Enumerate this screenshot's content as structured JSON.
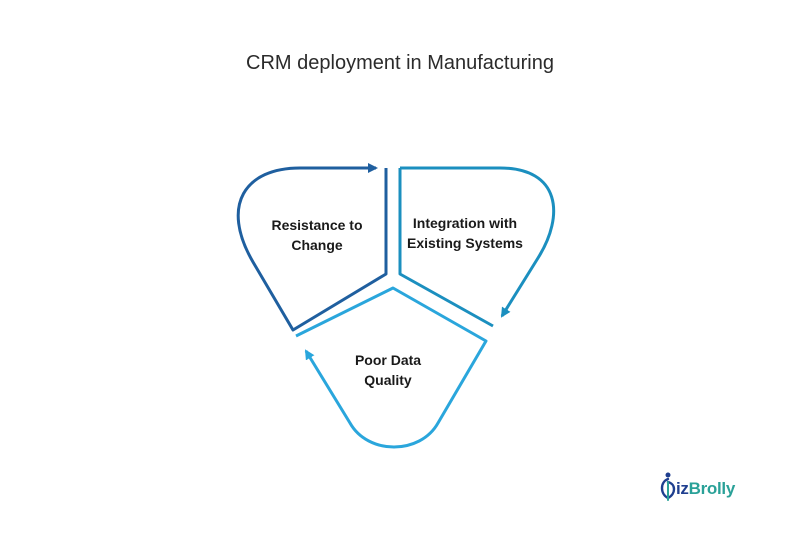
{
  "title": "CRM deployment in Manufacturing",
  "segments": [
    {
      "label_line1": "Resistance to",
      "label_line2": "Change",
      "color": "#1f5f9f"
    },
    {
      "label_line1": "Integration with",
      "label_line2": "Existing Systems",
      "color": "#1b8fbf"
    },
    {
      "label_line1": "Poor Data",
      "label_line2": "Quality",
      "color": "#2aa6dc"
    }
  ],
  "logo": {
    "part1": "iz",
    "part2": "Brolly",
    "color1": "#1f3f8f",
    "color2": "#2aa198",
    "icon": "bizbrolly-umbrella-icon"
  }
}
